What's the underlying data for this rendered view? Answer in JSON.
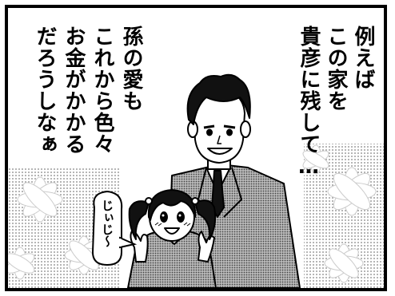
{
  "dialogue_right": {
    "lines": [
      "例えば",
      "この家を",
      "貴彦に残して…"
    ]
  },
  "dialogue_left": {
    "lines": [
      "孫の愛も",
      "これから色々",
      "お金がかかる",
      "だろうしなぁ"
    ]
  },
  "speech_bubble": {
    "text": "じぃじ〜"
  }
}
